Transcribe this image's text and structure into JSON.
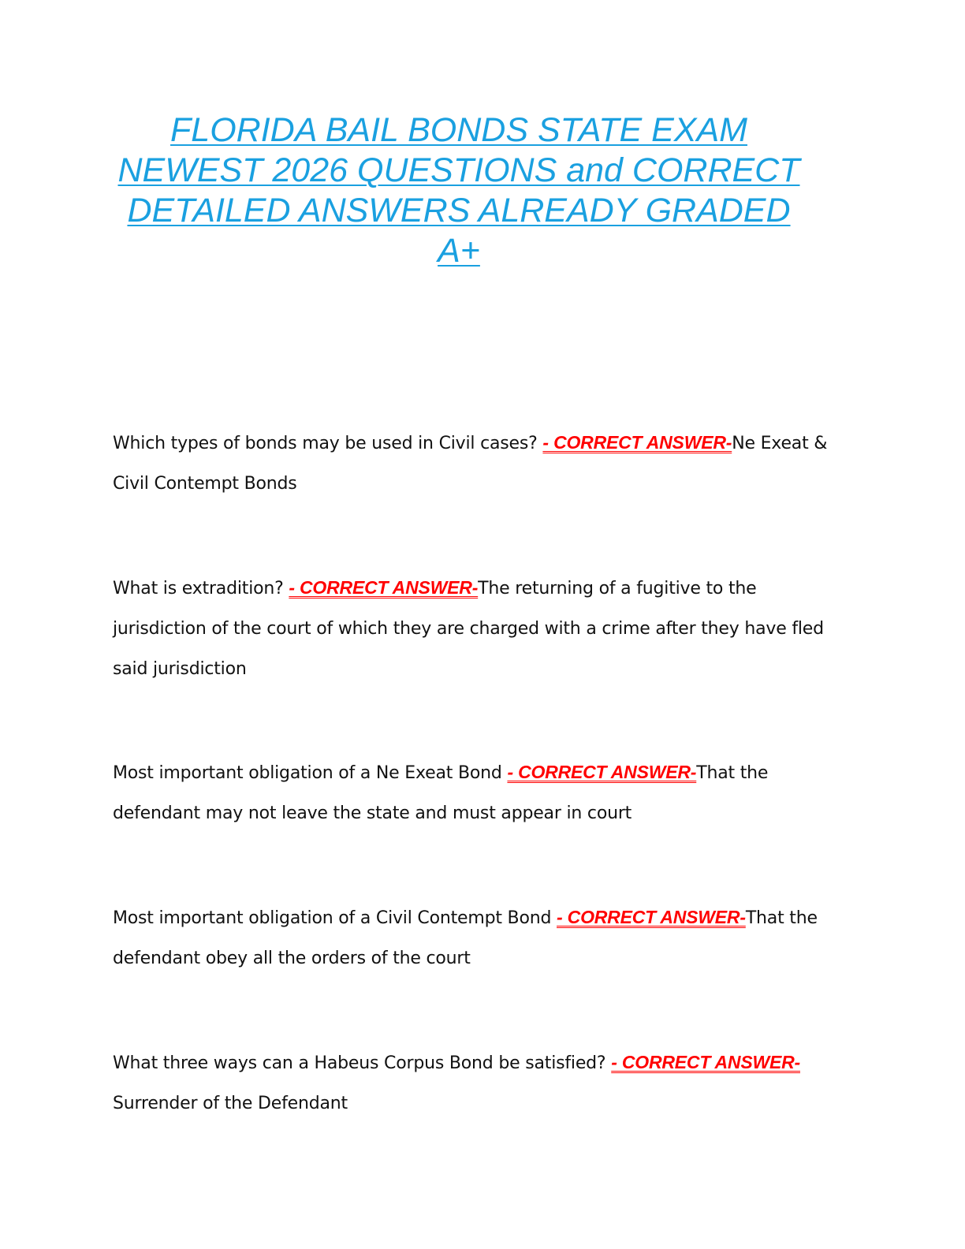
{
  "document": {
    "title_lines": [
      "FLORIDA BAIL BONDS STATE EXAM",
      "NEWEST 2026 QUESTIONS and CORRECT",
      "DETAILED ANSWERS ALREADY GRADED",
      "A+"
    ],
    "answer_marker": "- CORRECT ANSWER-",
    "items": [
      {
        "question": "Which types of bonds may be used in Civil cases? ",
        "answer": "Ne Exeat & Civil Contempt Bonds"
      },
      {
        "question": "What is extradition? ",
        "answer": "The returning of a fugitive to the jurisdiction of the court of which they are charged with a crime after they have fled said jurisdiction"
      },
      {
        "question": "Most important obligation of a Ne Exeat Bond ",
        "answer": "That the defendant may not leave the state and must appear in court"
      },
      {
        "question": "Most important obligation of a Civil Contempt Bond ",
        "answer": "That the defendant obey all the orders of the court"
      },
      {
        "question": "What three ways can a Habeus Corpus Bond be satisfied? ",
        "answer": "Surrender of the Defendant"
      }
    ]
  },
  "colors": {
    "title": "#1aa0e0",
    "answer_marker": "#ff0000",
    "body_text": "#111111"
  }
}
